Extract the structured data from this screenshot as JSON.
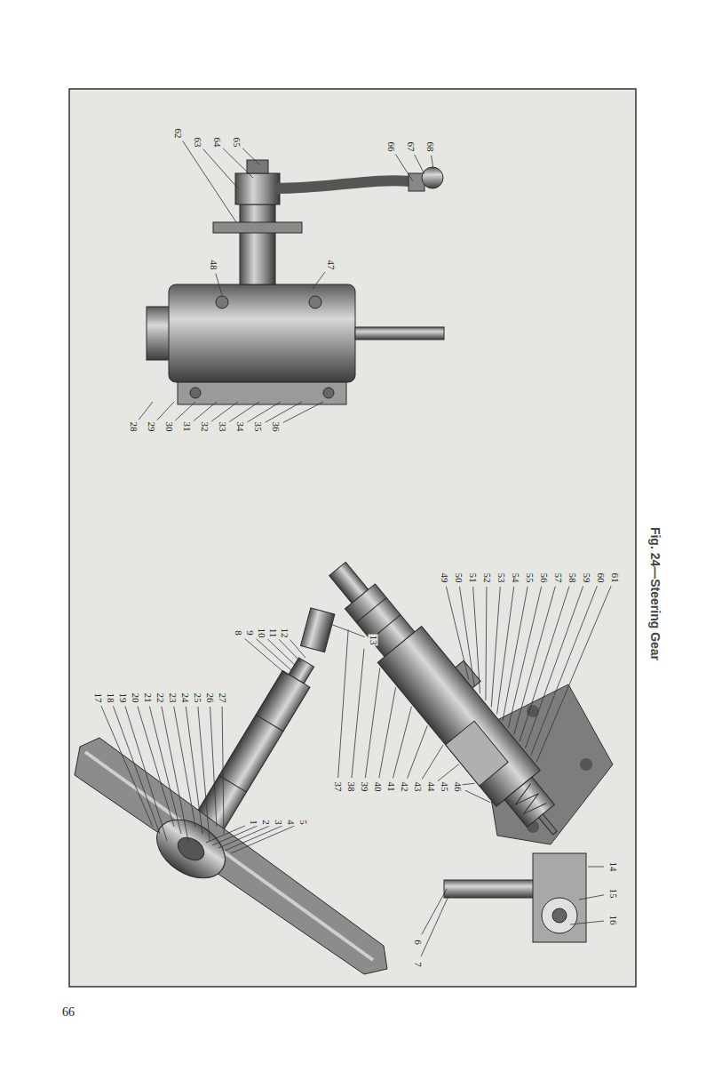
{
  "diagram": {
    "caption": "Fig. 24—Steering Gear",
    "labels": [
      "1",
      "2",
      "3",
      "4",
      "5",
      "6",
      "7",
      "8",
      "9",
      "10",
      "11",
      "12",
      "13",
      "14",
      "15",
      "16",
      "17",
      "18",
      "19",
      "20",
      "21",
      "22",
      "23",
      "24",
      "25",
      "26",
      "27",
      "28",
      "29",
      "30",
      "31",
      "32",
      "33",
      "34",
      "35",
      "36",
      "37",
      "38",
      "39",
      "40",
      "41",
      "42",
      "43",
      "44",
      "45",
      "46",
      "47",
      "48",
      "49",
      "50",
      "51",
      "52",
      "53",
      "54",
      "55",
      "56",
      "57",
      "58",
      "59",
      "60",
      "61",
      "62",
      "63",
      "64",
      "65",
      "66",
      "67",
      "68",
      "66"
    ]
  }
}
